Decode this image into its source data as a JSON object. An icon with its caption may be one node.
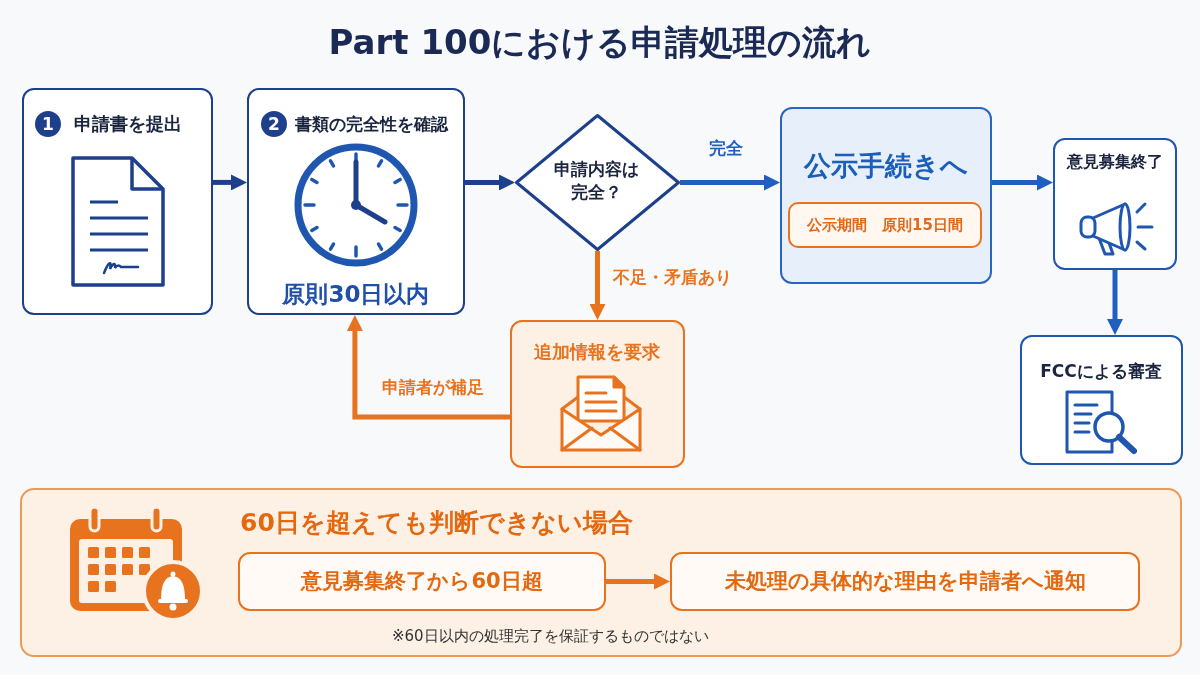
{
  "diagram": {
    "title": "Part 100における申請処理の流れ",
    "nodes": [
      {
        "text": [
          "1",
          "申請書を提出"
        ]
      },
      {
        "text": [
          "2",
          "書類の完全性を確認",
          "原則30日以内"
        ]
      },
      {
        "text": [
          "申請内容は完全？"
        ]
      },
      {
        "text": [
          "公示手続きへ"
        ]
      },
      {
        "text": [
          "公示期間　原則15日間"
        ],
        "in": 3
      },
      {
        "text": [
          "意見募集終了"
        ]
      },
      {
        "text": [
          "FCCによる審査"
        ]
      },
      {
        "text": [
          "追加情報を要求"
        ]
      },
      {
        "text": [
          "60日を超えても判断できない場合",
          "※60日以内の処理完了を保証するものではない"
        ]
      },
      {
        "text": [
          "意見募集終了から60日超"
        ],
        "in": 8
      },
      {
        "text": [
          "未処理の具体的な理由を申請者へ通知"
        ],
        "in": 8
      }
    ],
    "edges": [
      {
        "from": 0,
        "to": 1,
        "arrow": "to",
        "color": "#1d3f8c"
      },
      {
        "from": 1,
        "to": 2,
        "arrow": "to",
        "color": "#1d3f8c"
      },
      {
        "from": 2,
        "to": 3,
        "arrow": "to",
        "label": "完全",
        "color": "#1f5fbf"
      },
      {
        "from": 2,
        "to": 7,
        "arrow": "to",
        "label": "不足・矛盾あり",
        "color": "#e8731f"
      },
      {
        "from": 7,
        "to": 1,
        "arrow": "to",
        "label": "申請者が補足",
        "color": "#e8731f"
      },
      {
        "from": 3,
        "to": 5,
        "arrow": "to",
        "color": "#1f5fbf"
      },
      {
        "from": 5,
        "to": 6,
        "arrow": "to",
        "color": "#1f5fbf"
      },
      {
        "from": 9,
        "to": 10,
        "arrow": "to",
        "color": "#e8731f"
      }
    ]
  }
}
